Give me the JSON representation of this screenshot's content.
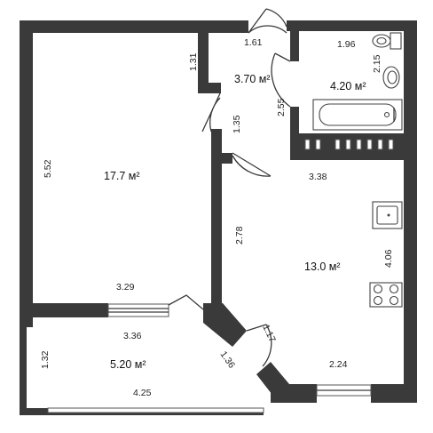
{
  "rooms": {
    "living": "17.7 м²",
    "hall": "3.70 м²",
    "bath": "4.20 м²",
    "kitchen": "13.0 м²",
    "loggia": "5.20 м²"
  },
  "dims": {
    "d_161": "1.61",
    "d_131": "1.31",
    "d_196": "1.96",
    "d_215": "2.15",
    "d_255": "2.55",
    "d_135": "1.35",
    "d_552": "5.52",
    "d_338": "3.38",
    "d_278": "2.78",
    "d_406": "4.06",
    "d_329": "3.29",
    "d_336": "3.36",
    "d_117": "1.17",
    "d_136": "1.36",
    "d_132": "1.32",
    "d_224": "2.24",
    "d_425": "4.25"
  }
}
